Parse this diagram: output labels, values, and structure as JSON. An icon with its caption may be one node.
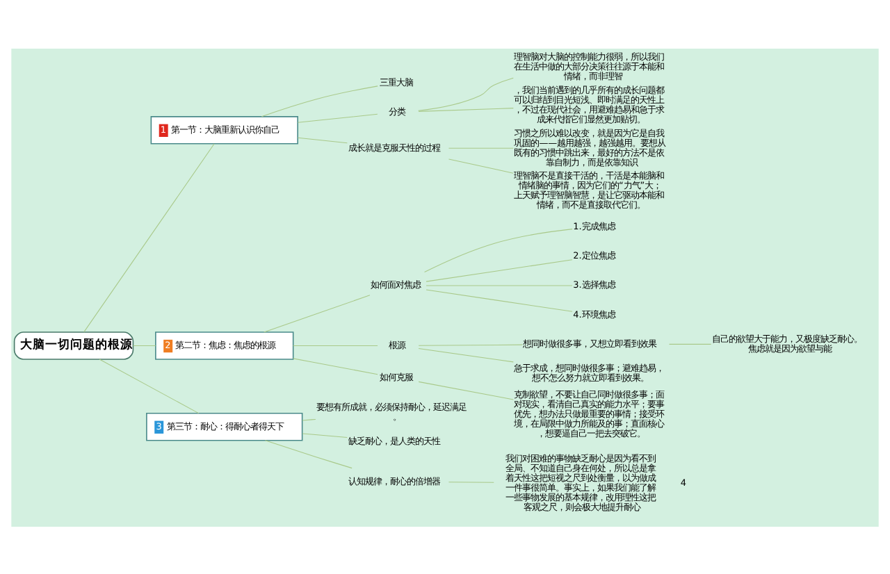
{
  "diagram": {
    "nodes": [
      {
        "text": [
          "大脑一切问题的根源"
        ]
      },
      {
        "text": [
          "1",
          "第一节：大脑重新认识你自己"
        ]
      },
      {
        "text": [
          "三重大脑"
        ]
      },
      {
        "text": [
          "分类"
        ]
      },
      {
        "text": [
          "理智脑对大脑的控制能力很弱，所以我们在生活中做的大部分决策往往源于本能和情绪，而非理智"
        ]
      },
      {
        "text": [
          "，我们当前遇到的几乎所有的成长问题都可以归结到目光短浅、即时满足的天性上，不过在现代社会，用避难趋易和急于求成来代指它们显然更加贴切。"
        ]
      },
      {
        "text": [
          "成长就是克服天性的过程"
        ]
      },
      {
        "text": [
          "习惯之所以难以改变，就是因为它是自我巩固的——越用越强，越强越用。要想从既有的习惯中跳出来，最好的方法不是依靠自制力，而是依靠知识"
        ]
      },
      {
        "text": [
          "理智脑不是直接干活的，干活是本能脑和情绪脑的事情，因为它们的“力气”大；上天赋予理智脑智慧，是让它驱动本能和情绪，而不是直接取代它们。"
        ]
      },
      {
        "text": [
          "2",
          "第二节：焦虑：焦虑的根源"
        ]
      },
      {
        "text": [
          "如何面对焦虑"
        ]
      },
      {
        "text": [
          "1.完成焦虑"
        ]
      },
      {
        "text": [
          "2.定位焦虑"
        ]
      },
      {
        "text": [
          "3.选择焦虑"
        ]
      },
      {
        "text": [
          "4.环境焦虑"
        ]
      },
      {
        "text": [
          "根源"
        ]
      },
      {
        "text": [
          "想同时做很多事，又想立即看到效果"
        ]
      },
      {
        "text": [
          "自己的欲望大于能力，又极度缺乏耐心。焦虑就是因为欲望与能"
        ]
      },
      {
        "text": [
          "急于求成，想同时做很多事；避难趋易，想不怎么努力就立即看到效果。"
        ]
      },
      {
        "text": [
          "如何克服"
        ]
      },
      {
        "text": [
          "克制欲望，不要让自己同时做很多事；面对现实，看清自己真实的能力水平；要事优先，想办法只做最重要的事情；接受环境，在局限中做力所能及的事；直面核心，想要逼自己一把去突破它。"
        ]
      },
      {
        "text": [
          "3",
          "第三节：耐心：得耐心者得天下"
        ]
      },
      {
        "text": [
          "要想有所成就，必须保持耐心，延迟满足。"
        ]
      },
      {
        "text": [
          "缺乏耐心，是人类的天性"
        ]
      },
      {
        "text": [
          "认知规律，耐心的倍增器"
        ]
      },
      {
        "text": [
          "我们对困难的事物缺乏耐心是因为看不到全局、不知道自己身在何处，所以总是拿着天性这把短视之尺到处衡量，以为做成一件事很简单。事实上，如果我们能了解一些事物发展的基本规律，改用理性这把客观之尺，则会极大地提升耐心"
        ],
        "beside": [
          "4"
        ]
      }
    ],
    "edges": [
      {
        "from": 0,
        "to": 1,
        "arrow": "none"
      },
      {
        "from": 1,
        "to": 2,
        "arrow": "none"
      },
      {
        "from": 1,
        "to": 3,
        "arrow": "none"
      },
      {
        "from": 3,
        "to": 4,
        "arrow": "none"
      },
      {
        "from": 3,
        "to": 5,
        "arrow": "none"
      },
      {
        "from": 1,
        "to": 6,
        "arrow": "none"
      },
      {
        "from": 6,
        "to": 7,
        "arrow": "none"
      },
      {
        "from": 6,
        "to": 8,
        "arrow": "none"
      },
      {
        "from": 0,
        "to": 9,
        "arrow": "none"
      },
      {
        "from": 9,
        "to": 10,
        "arrow": "none"
      },
      {
        "from": 10,
        "to": 11,
        "arrow": "none"
      },
      {
        "from": 10,
        "to": 12,
        "arrow": "none"
      },
      {
        "from": 10,
        "to": 13,
        "arrow": "none"
      },
      {
        "from": 10,
        "to": 14,
        "arrow": "none"
      },
      {
        "from": 9,
        "to": 15,
        "arrow": "none"
      },
      {
        "from": 15,
        "to": 16,
        "arrow": "none"
      },
      {
        "from": 16,
        "to": 17,
        "arrow": "none"
      },
      {
        "from": 15,
        "to": 18,
        "arrow": "none"
      },
      {
        "from": 9,
        "to": 19,
        "arrow": "none"
      },
      {
        "from": 19,
        "to": 20,
        "arrow": "none"
      },
      {
        "from": 0,
        "to": 21,
        "arrow": "none"
      },
      {
        "from": 21,
        "to": 22,
        "arrow": "none"
      },
      {
        "from": 21,
        "to": 23,
        "arrow": "none"
      },
      {
        "from": 21,
        "to": 24,
        "arrow": "none"
      },
      {
        "from": 24,
        "to": 25,
        "arrow": "none"
      }
    ]
  }
}
